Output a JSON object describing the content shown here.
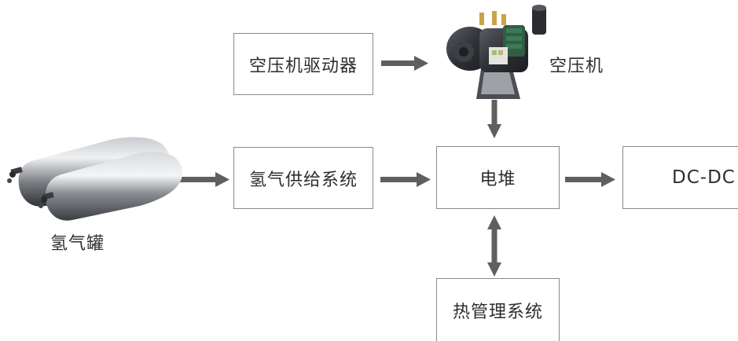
{
  "diagram": {
    "nodes": {
      "compressor_driver": "空压机驱动器",
      "compressor": "空压机",
      "hydrogen_tank": "氢气罐",
      "hydrogen_supply": "氢气供给系统",
      "stack": "电堆",
      "dcdc": "DC-DC",
      "thermal": "热管理系统"
    },
    "edges": [
      {
        "from": "compressor_driver",
        "to": "compressor",
        "direction": "one-way"
      },
      {
        "from": "compressor",
        "to": "stack",
        "direction": "one-way"
      },
      {
        "from": "hydrogen_tank",
        "to": "hydrogen_supply",
        "direction": "one-way"
      },
      {
        "from": "hydrogen_supply",
        "to": "stack",
        "direction": "one-way"
      },
      {
        "from": "stack",
        "to": "dcdc",
        "direction": "one-way"
      },
      {
        "from": "stack",
        "to": "thermal",
        "direction": "two-way"
      }
    ],
    "colors": {
      "arrow": "#5f5f5f",
      "box_border": "#8a8a8a",
      "text": "#2e2e2e"
    }
  }
}
